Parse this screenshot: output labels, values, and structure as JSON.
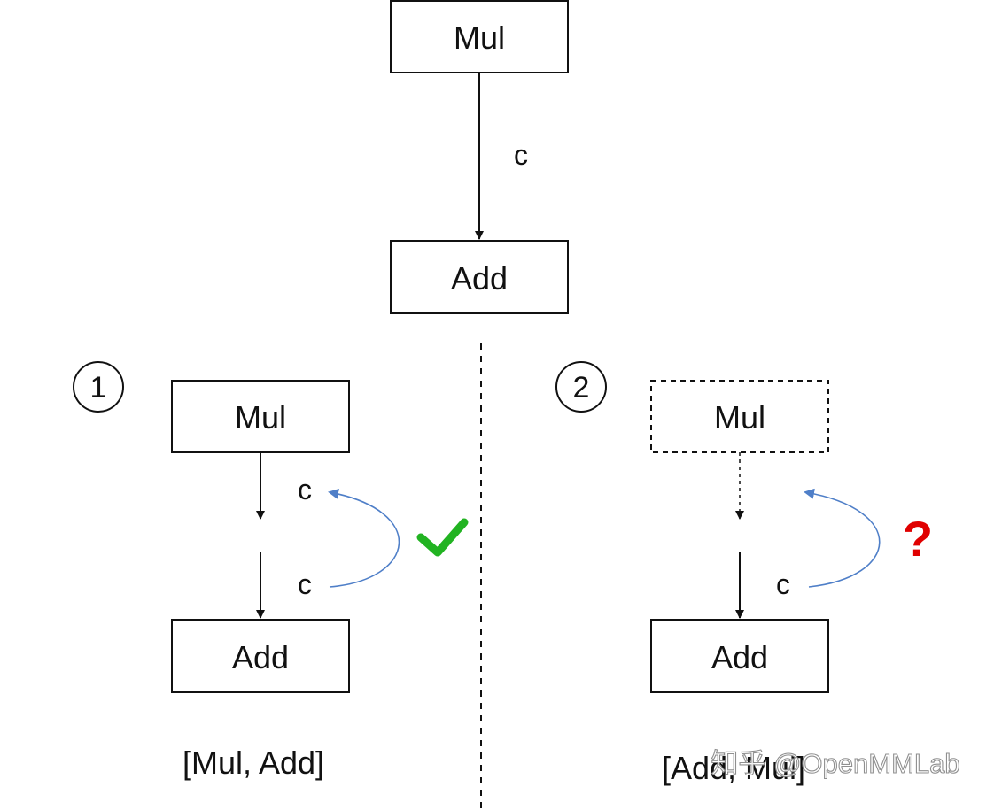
{
  "colors": {
    "stroke": "#111111",
    "curve": "#4f7fc8",
    "check": "#22b322",
    "question": "#e00000"
  },
  "top": {
    "mul_label": "Mul",
    "edge_label": "c",
    "add_label": "Add"
  },
  "left": {
    "number": "1",
    "mul_label": "Mul",
    "edge_label_top": "c",
    "edge_label_bottom": "c",
    "add_label": "Add",
    "order": "[Mul, Add]",
    "status_icon": "check-icon"
  },
  "right": {
    "number": "2",
    "mul_label": "Mul",
    "edge_label": "c",
    "add_label": "Add",
    "order": "[Add, Mul]",
    "status_icon": "question-icon",
    "question_mark": "?"
  },
  "watermark": {
    "text": "知乎 @OpenMMLab"
  }
}
